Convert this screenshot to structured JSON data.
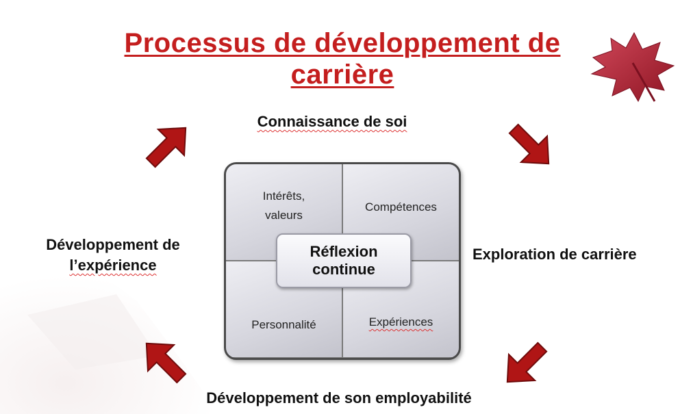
{
  "title": {
    "line1": "Processus de développement de",
    "line2": "carrière",
    "color": "#c41e1e"
  },
  "stages": {
    "top": "Connaissance de soi",
    "right": "Exploration de carrière",
    "left_line1": "Développement de",
    "left_line2": "l’expérience",
    "bottom": "Développement de son employabilité"
  },
  "matrix": {
    "top_left_line1": "Intérêts,",
    "top_left_line2": "valeurs",
    "top_right": "Compétences",
    "bottom_left": "Personnalité",
    "bottom_right": "Expériences"
  },
  "center": {
    "line1": "Réflexion",
    "line2": "continue"
  },
  "colors": {
    "arrow": "#b01515",
    "arrow_dark": "#7a0c0c",
    "leaf": "#b5232e"
  },
  "icons": [
    "maple-leaf-icon",
    "arrow-up-right-icon",
    "arrow-down-right-icon",
    "arrow-down-left-icon",
    "arrow-up-left-icon"
  ]
}
